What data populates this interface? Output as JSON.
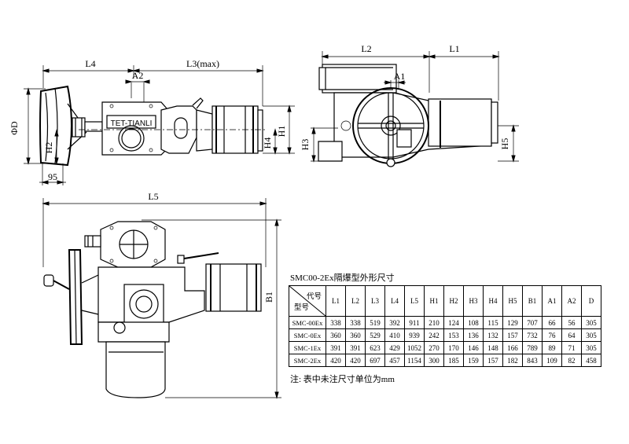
{
  "labels": {
    "L1": "L1",
    "L2": "L2",
    "L3": "L3(max)",
    "L4": "L4",
    "L5": "L5",
    "A1": "A1",
    "A2": "A2",
    "D": "ΦD",
    "H1": "H1",
    "H2": "H2",
    "H3": "H3",
    "H4": "H4",
    "H5": "H5",
    "B1": "B1",
    "dim95": "95",
    "brand": "TET-TIANLI"
  },
  "table": {
    "title": "SMC00-2Ex隔爆型外形尺寸",
    "corner_top": "代号",
    "corner_bottom": "型号",
    "columns": [
      "L1",
      "L2",
      "L3",
      "L4",
      "L5",
      "H1",
      "H2",
      "H3",
      "H4",
      "H5",
      "B1",
      "A1",
      "A2",
      "D"
    ],
    "rows": [
      {
        "model": "SMC-00Ex",
        "values": [
          "338",
          "338",
          "519",
          "392",
          "911",
          "210",
          "124",
          "108",
          "115",
          "129",
          "707",
          "66",
          "56",
          "305"
        ]
      },
      {
        "model": "SMC-0Ex",
        "values": [
          "360",
          "360",
          "529",
          "410",
          "939",
          "242",
          "153",
          "136",
          "132",
          "157",
          "732",
          "76",
          "64",
          "305"
        ]
      },
      {
        "model": "SMC-1Ex",
        "values": [
          "391",
          "391",
          "623",
          "429",
          "1052",
          "270",
          "170",
          "146",
          "148",
          "166",
          "789",
          "89",
          "71",
          "305"
        ]
      },
      {
        "model": "SMC-2Ex",
        "values": [
          "420",
          "420",
          "697",
          "457",
          "1154",
          "300",
          "185",
          "159",
          "157",
          "182",
          "843",
          "109",
          "82",
          "458"
        ]
      }
    ],
    "note": "注: 表中未注尺寸单位为mm"
  }
}
